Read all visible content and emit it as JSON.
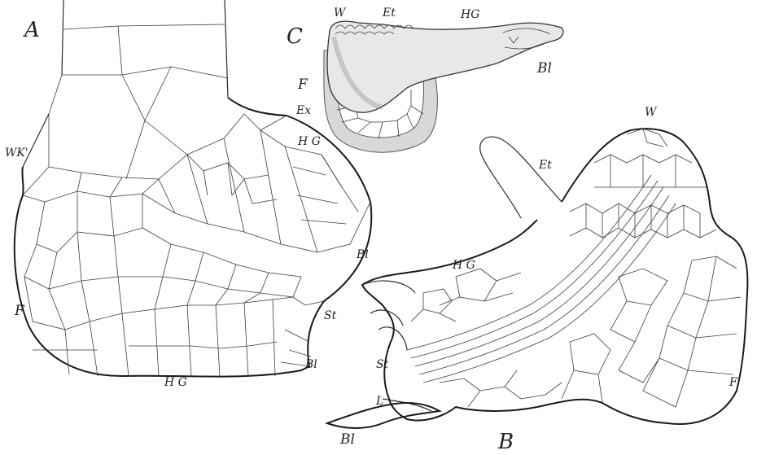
{
  "figure": {
    "panel_A": {
      "letter": "A",
      "labels": {
        "wk": "WK'",
        "hg_top": "H G",
        "bl_right": "Bl",
        "f": "F",
        "st": "St",
        "bl_bottom": "Bl",
        "hg_bottom": "H G"
      }
    },
    "panel_B": {
      "letter": "B",
      "labels": {
        "w": "W",
        "et": "Et",
        "hg": "H G",
        "st": "St",
        "l": "L",
        "bl": "Bl",
        "f": "F"
      }
    },
    "panel_C": {
      "letter": "C",
      "labels": {
        "w": "W",
        "et": "Et",
        "hg": "HG",
        "bl": "Bl",
        "f": "F",
        "ex": "Ex"
      }
    }
  },
  "colors": {
    "ink": "#222222",
    "paper": "#ffffff",
    "stipple": "#8a8a8a"
  }
}
